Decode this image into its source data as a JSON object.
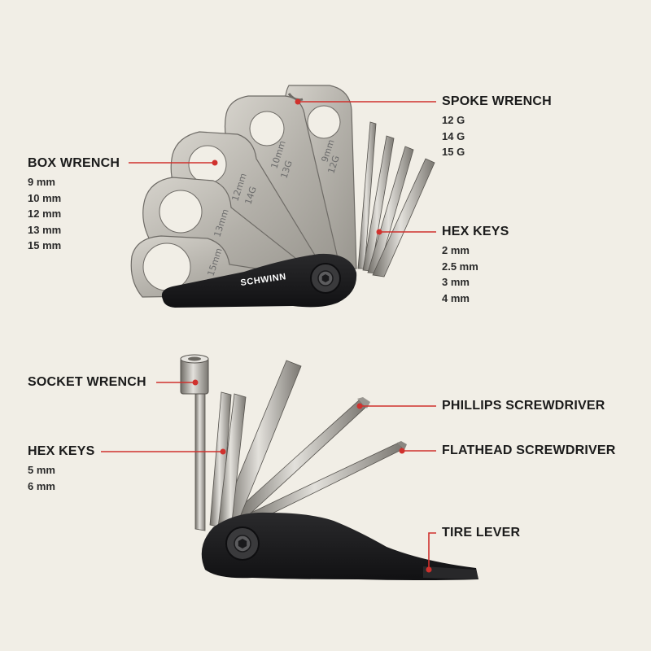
{
  "palette": {
    "background": "#f1eee6",
    "steel": "#bdbab3",
    "steel_dark": "#7b7872",
    "black_body": "#1d1d1f",
    "leader_red": "#d0312d"
  },
  "brand_text": "SCHWINN",
  "engravings": [
    "15mm",
    "13mm",
    "12mm",
    "14G",
    "10mm",
    "13G",
    "9mm",
    "12G"
  ],
  "top_tool": {
    "spoke_wrench": {
      "title": "SPOKE WRENCH",
      "items": [
        "12 G",
        "14 G",
        "15 G"
      ]
    },
    "box_wrench": {
      "title": "BOX WRENCH",
      "items": [
        "9 mm",
        "10 mm",
        "12 mm",
        "13 mm",
        "15 mm"
      ]
    },
    "hex_keys": {
      "title": "HEX KEYS",
      "items": [
        "2 mm",
        "2.5 mm",
        "3 mm",
        "4 mm"
      ]
    }
  },
  "bottom_tool": {
    "socket_wrench": {
      "title": "SOCKET WRENCH"
    },
    "hex_keys": {
      "title": "HEX KEYS",
      "items": [
        "5 mm",
        "6 mm"
      ]
    },
    "phillips": {
      "title": "PHILLIPS SCREWDRIVER"
    },
    "flathead": {
      "title": "FLATHEAD SCREWDRIVER"
    },
    "tire_lever": {
      "title": "TIRE LEVER"
    }
  }
}
